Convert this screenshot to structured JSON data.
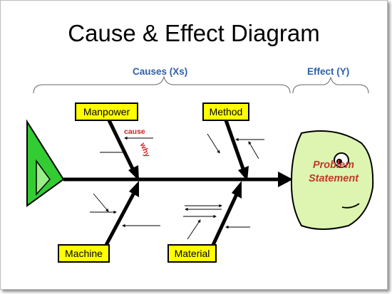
{
  "title": "Cause & Effect Diagram",
  "causes_header": "Causes (Xs)",
  "effect_header": "Effect (Y)",
  "categories": {
    "manpower": "Manpower",
    "method": "Method",
    "machine": "Machine",
    "material": "Material"
  },
  "annotations": {
    "cause": "cause",
    "why": "why"
  },
  "problem_statement": {
    "line1": "Problem",
    "line2": "Statement"
  },
  "colors": {
    "header_text": "#2e5fa8",
    "category_box": "#ffff00",
    "tail_fill": "#33cc33",
    "head_fill": "#ddf5b0",
    "problem_text": "#c0392b",
    "annotation_text": "#d42020"
  }
}
